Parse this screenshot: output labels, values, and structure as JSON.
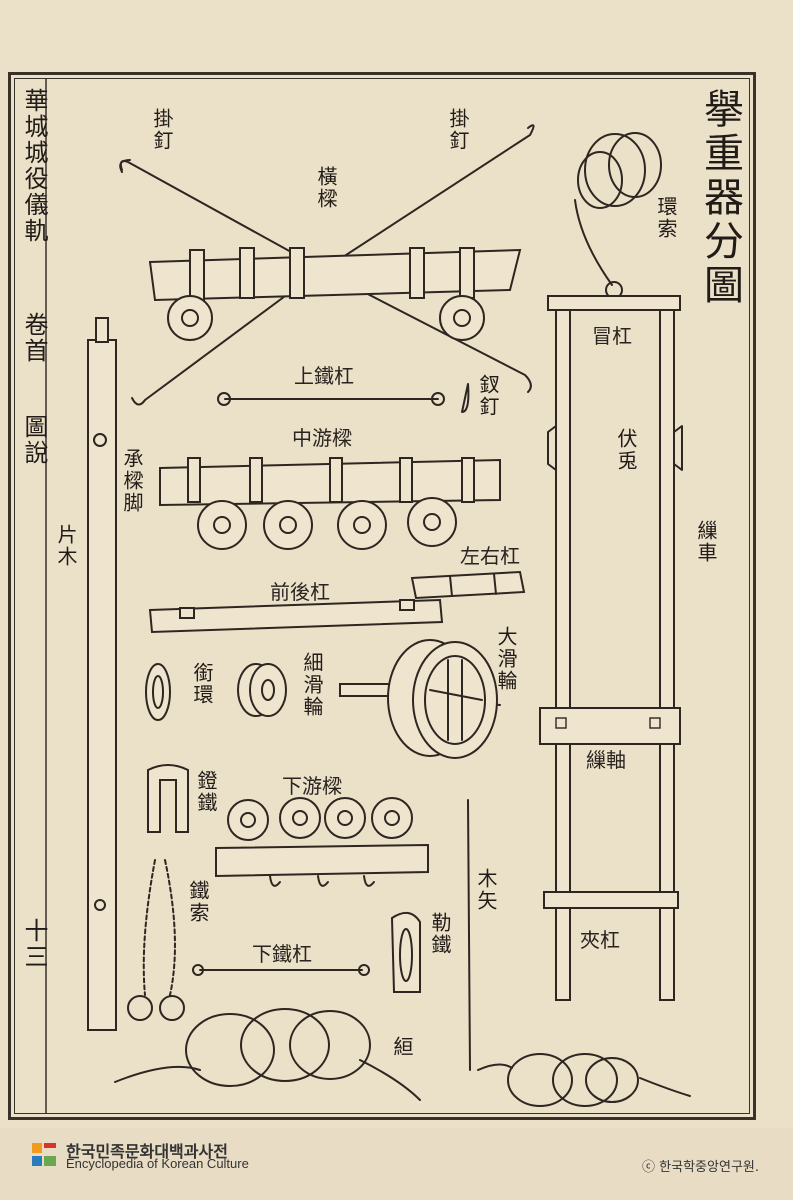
{
  "title": "擧重器分圖",
  "margin": {
    "book": "華城城役儀軌",
    "volume": "卷首",
    "section": "圖說",
    "page": "十三"
  },
  "labels": {
    "hook_left": "掛釘",
    "hook_right": "掛釘",
    "cross_beam": "橫樑",
    "ring_rope": "環索",
    "upper_iron_bar": "上鐵杠",
    "fork_nail": "釵釘",
    "middle_beam": "中游樑",
    "beam_support": "承樑脚",
    "plank": "片木",
    "lr_bar": "左右杠",
    "fb_bar": "前後杠",
    "bit_ring": "銜環",
    "small_pulley": "細滑輪",
    "big_pulley": "大滑輪",
    "stirrup_iron": "鐙鐵",
    "lower_beam": "下游樑",
    "iron_chain": "鐵索",
    "lower_iron_bar": "下鐵杠",
    "wood_shaft": "木矢",
    "bridle_iron": "勒鐵",
    "rope": "絙",
    "top_bar": "冒杠",
    "lying_rabbit": "伏兎",
    "windlass": "繅車",
    "windlass_axle": "繅軸",
    "clamp_bar": "夾杠"
  },
  "footer": {
    "org_ko": "한국민족문화대백과사전",
    "org_en": "Encyclopedia of Korean Culture",
    "copyright": "ⓒ 한국학중앙연구원."
  }
}
